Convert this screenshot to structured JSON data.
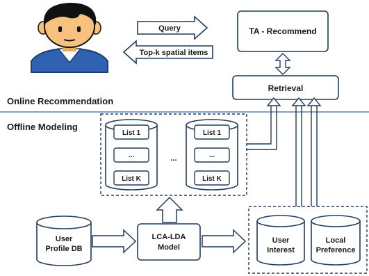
{
  "sections": {
    "online_label": "Online Recommendation",
    "offline_label": "Offline Modeling"
  },
  "online": {
    "query_label": "Query",
    "topk_label": "Top-k spatial items",
    "ta_recommend_label": "TA - Recommend",
    "retrieval_label": "Retrieval"
  },
  "offline": {
    "ellipsis_between_stores": "...",
    "store_left": {
      "top": "List 1",
      "middle": "...",
      "bottom": "List K"
    },
    "store_right": {
      "top": "List 1",
      "middle": "...",
      "bottom": "List K"
    },
    "user_profile_db_line1": "User",
    "user_profile_db_line2": "Profile DB",
    "lca_lda_line1": "LCA-LDA",
    "lca_lda_line2": "Model",
    "user_interest_line1": "User",
    "user_interest_line2": "Interest",
    "local_preference_line1": "Local",
    "local_preference_line2": "Preference"
  },
  "colors": {
    "stroke": "#1f3b5e",
    "divider": "#5b7fb5",
    "text": "#1a1a1a",
    "user_hair": "#111111",
    "user_skin": "#f6c27e",
    "user_shirt": "#2f62b0"
  },
  "icons": {
    "user": "user-avatar-icon"
  }
}
